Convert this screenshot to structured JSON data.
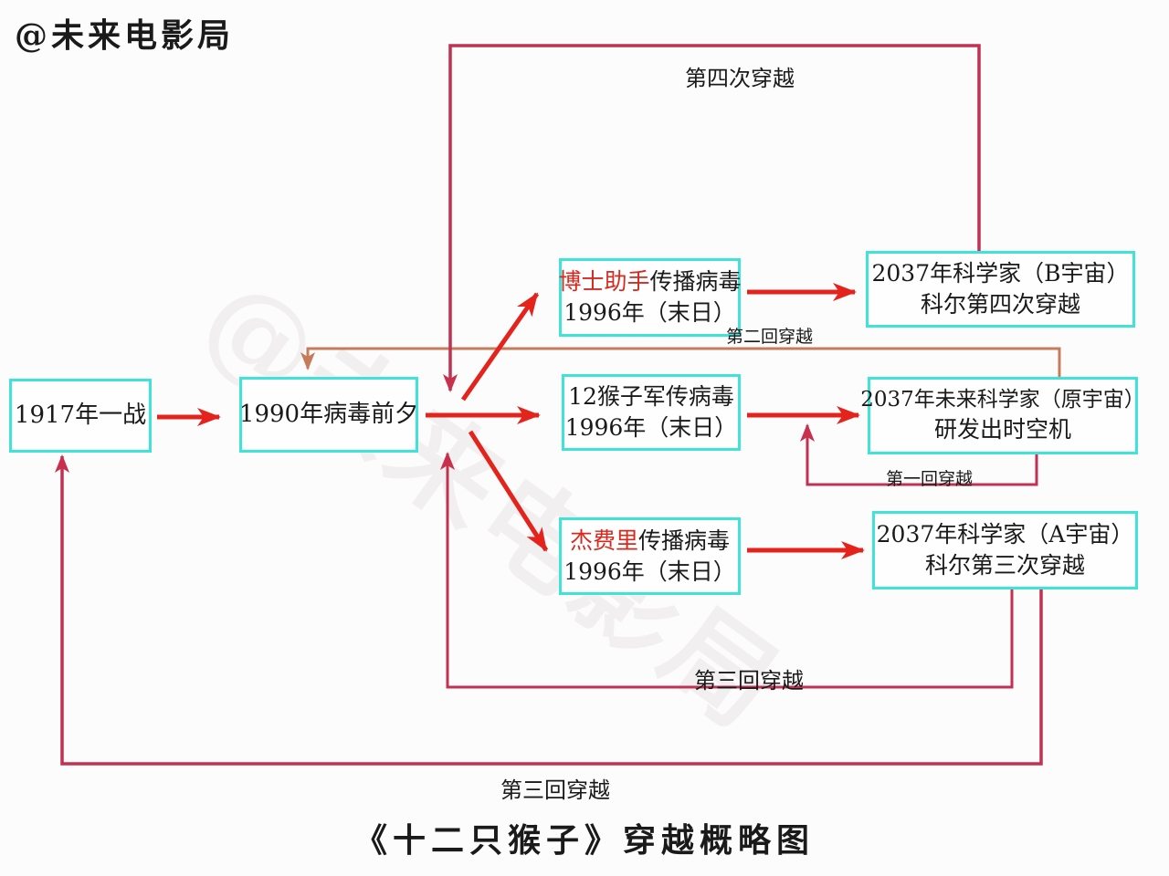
{
  "watermark_topleft": "@未来电影局",
  "watermark_center": "@未来电影局",
  "title": "《十二只猴子》穿越概略图",
  "nodes": {
    "ww1": {
      "label": "1917年一战"
    },
    "eve1990": {
      "label": "1990年病毒前夕"
    },
    "assistant": {
      "highlight": "博士助手",
      "rest": "传播病毒",
      "line2": "1996年（末日）"
    },
    "monkeys": {
      "line1": "12猴子军传病毒",
      "line2": "1996年（末日）"
    },
    "jeffrey": {
      "highlight": "杰费里",
      "rest": "传播病毒",
      "line2": "1996年（末日）"
    },
    "sci_b": {
      "line1": "2037年科学家（B宇宙）",
      "line2": "科尔第四次穿越"
    },
    "sci_orig": {
      "line1": "2037年未来科学家（原宇宙）",
      "line2": "研发出时空机"
    },
    "sci_a": {
      "line1": "2037年科学家（A宇宙）",
      "line2": "科尔第三次穿越"
    }
  },
  "edge_labels": {
    "fourth": "第四次穿越",
    "second": "第二回穿越",
    "first": "第一回穿越",
    "third_inner": "第三回穿越",
    "third_outer": "第三回穿越"
  },
  "colors": {
    "cyan": "#3fe3d8",
    "red": "#e3231c",
    "crimson": "#c23052",
    "orange": "#c77b5b",
    "hl": "#d42a20"
  }
}
